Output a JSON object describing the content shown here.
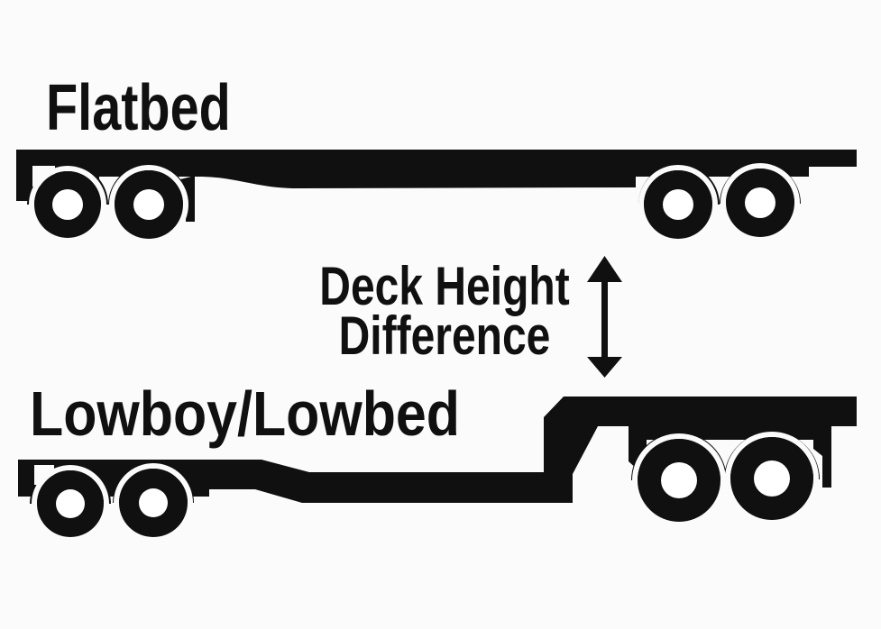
{
  "colors": {
    "ink": "#101010",
    "background": "#fbfbfb",
    "wheel_hub": "#ffffff"
  },
  "labels": {
    "flatbed": "Flatbed",
    "lowboy": "Lowboy/Lowbed"
  },
  "annotation": {
    "line1": "Deck Height",
    "line2": "Difference"
  },
  "icons": {
    "arrow": "vertical-double-headed-arrow",
    "flatbed_figure": "flatbed-trailer-side-silhouette",
    "lowboy_figure": "lowboy-trailer-side-silhouette"
  }
}
